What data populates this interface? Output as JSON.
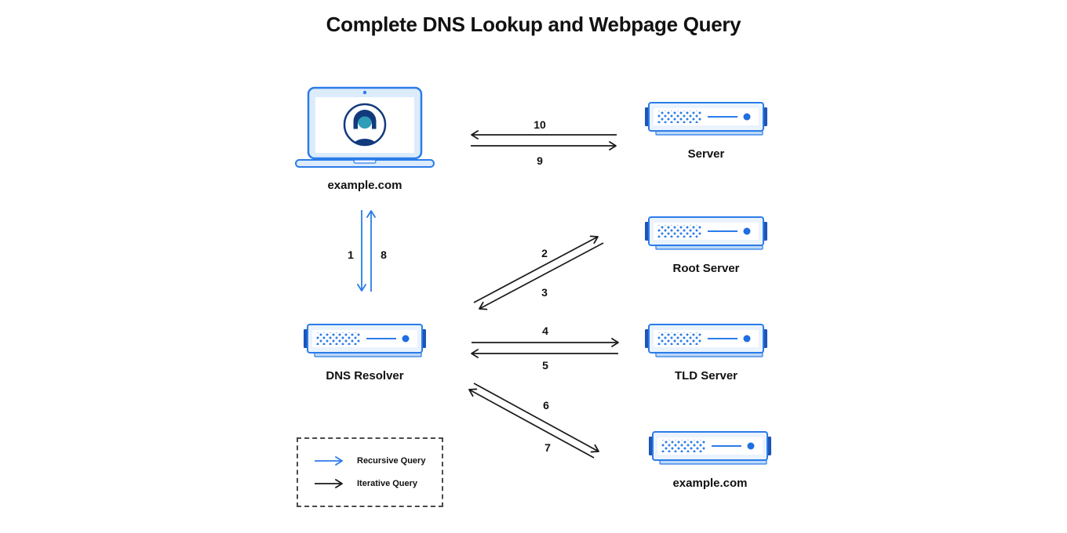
{
  "title": "Complete DNS Lookup and Webpage Query",
  "colors": {
    "blue": "#2b7ce9",
    "dark_blue": "#1d55b8",
    "light_blue": "#eaf3fe",
    "navy": "#123a7d",
    "teal": "#2e9db8",
    "arrow_black": "#1a1a1a"
  },
  "nodes": {
    "client": {
      "label": "example.com"
    },
    "server": {
      "label": "Server"
    },
    "root": {
      "label": "Root Server"
    },
    "tld": {
      "label": "TLD Server"
    },
    "auth": {
      "label": "example.com"
    },
    "resolver": {
      "label": "DNS Resolver"
    }
  },
  "steps": {
    "1": "1",
    "2": "2",
    "3": "3",
    "4": "4",
    "5": "5",
    "6": "6",
    "7": "7",
    "8": "8",
    "9": "9",
    "10": "10"
  },
  "legend": {
    "recursive": "Recursive Query",
    "iterative": "Iterative Query"
  }
}
